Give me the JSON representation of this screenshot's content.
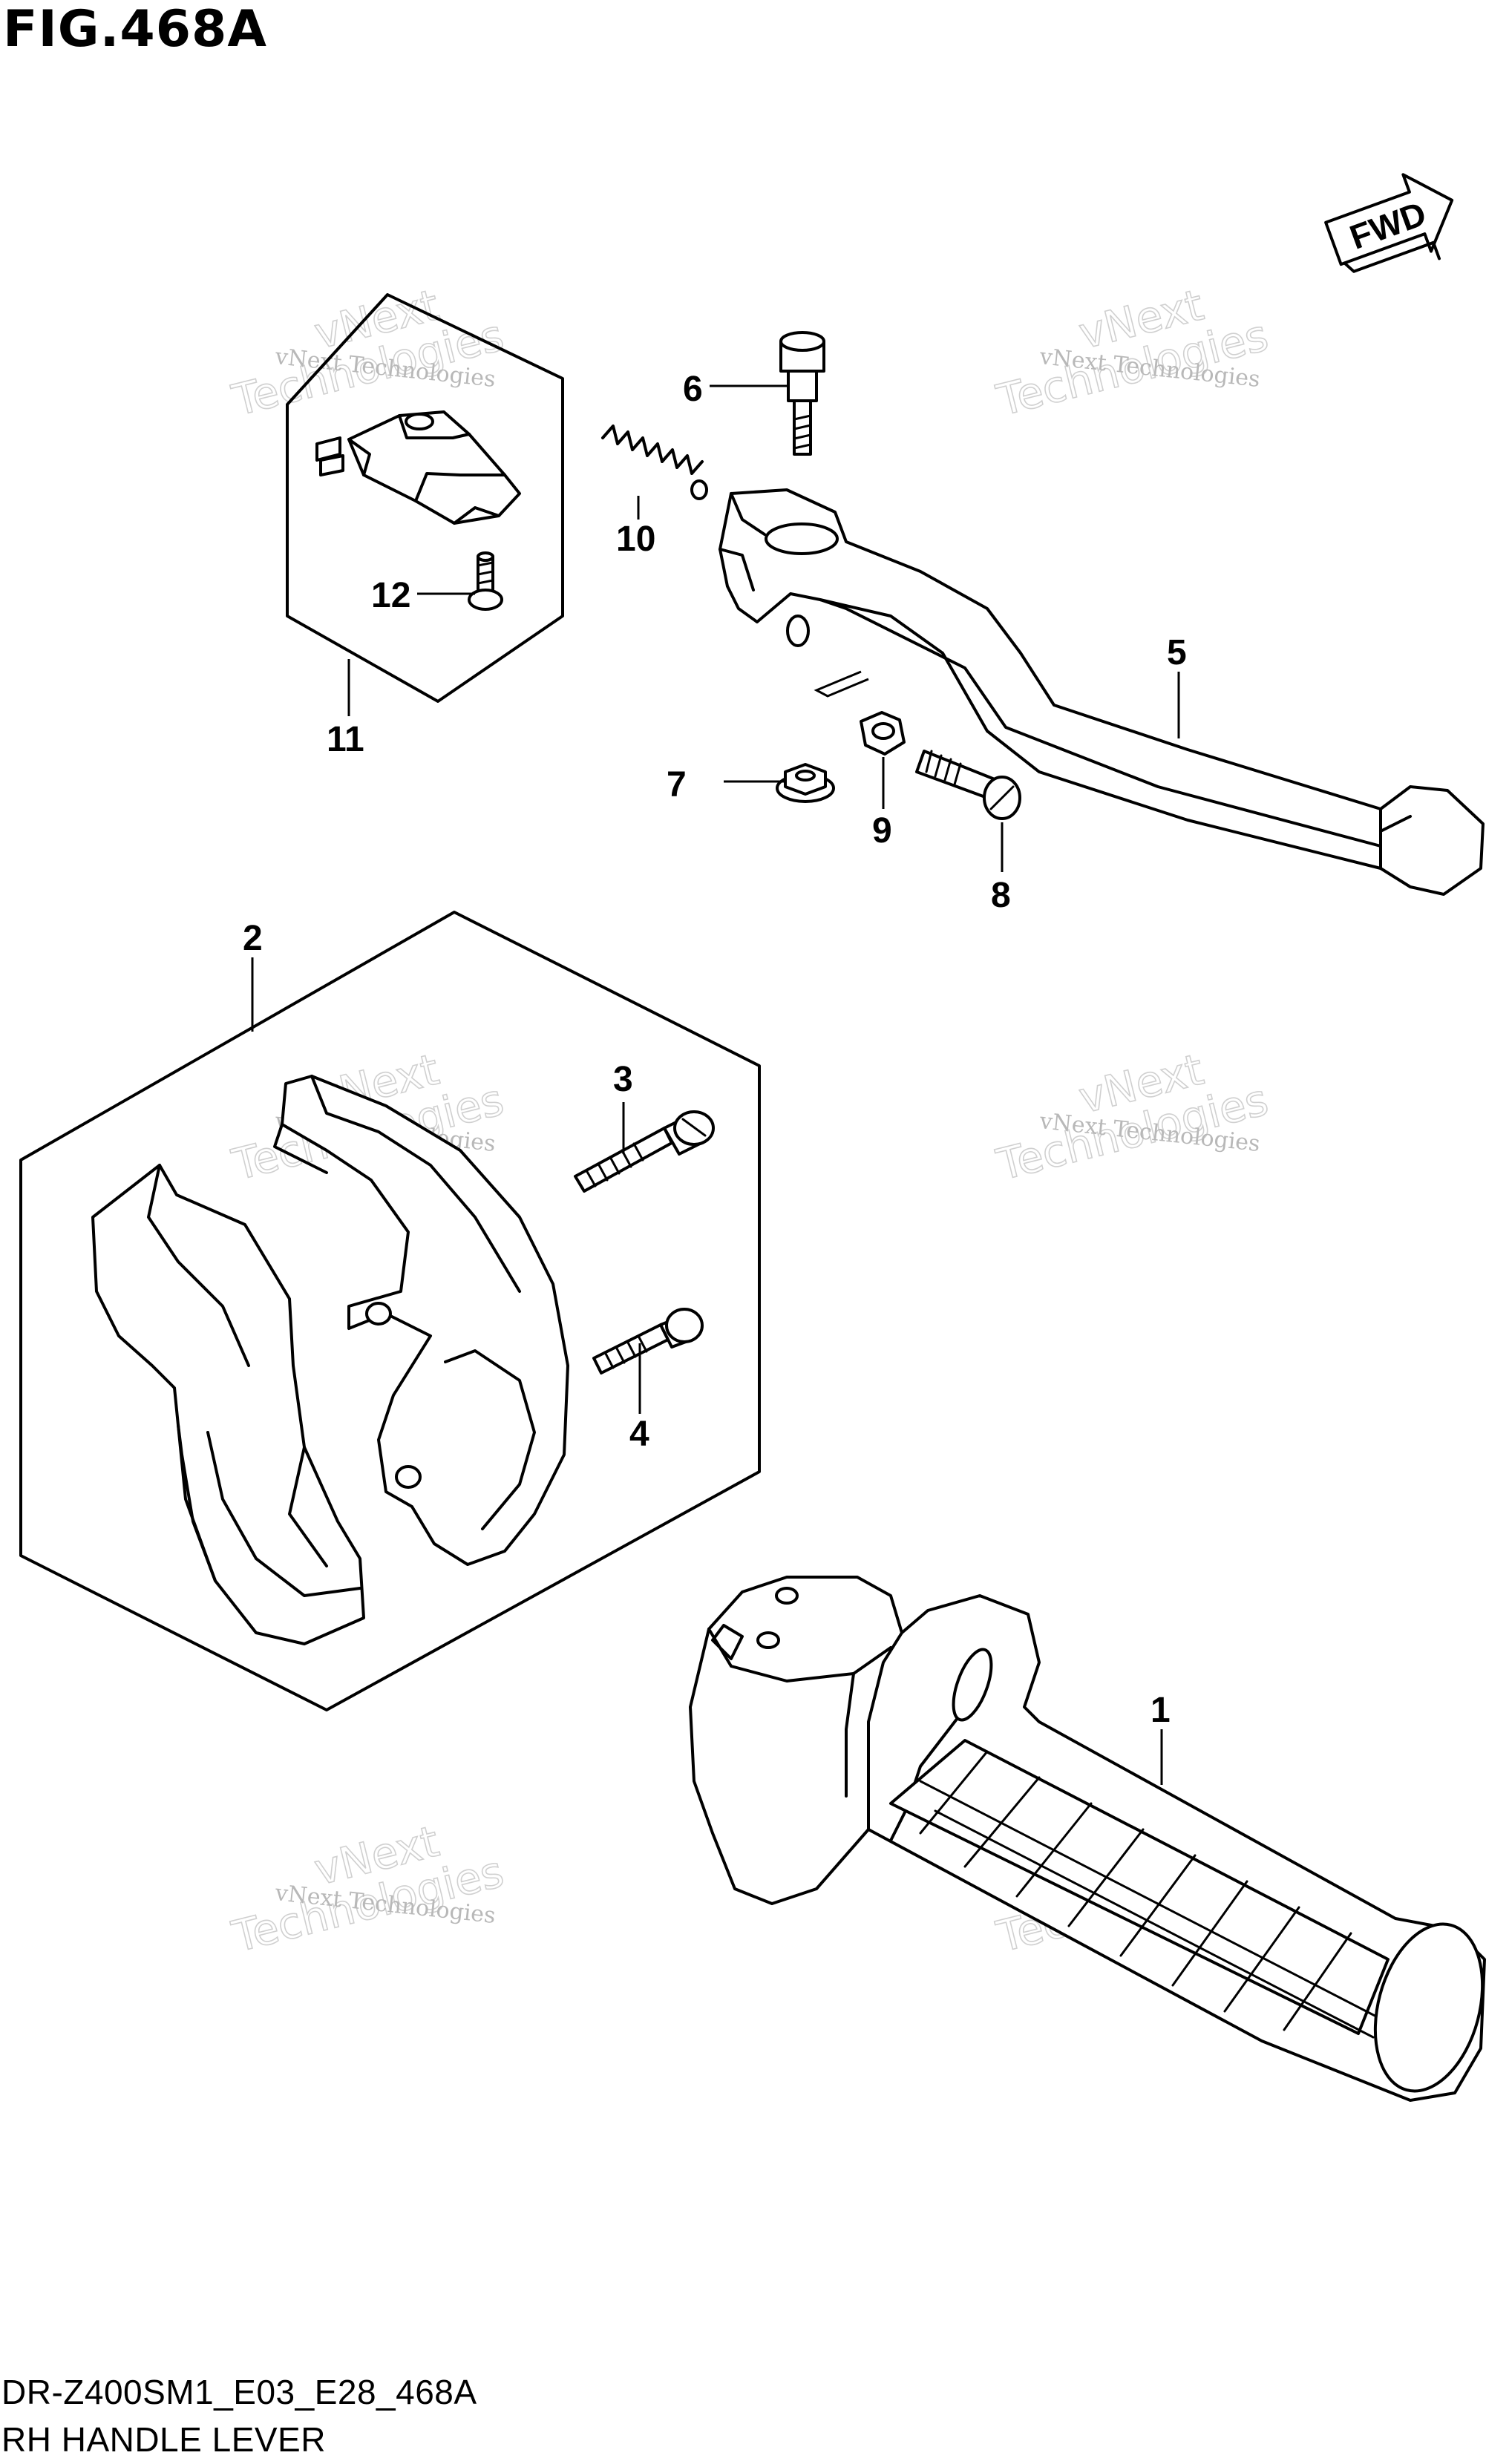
{
  "figure": {
    "title": "FIG.468A",
    "model_code": "DR-Z400SM1_E03_E28_468A",
    "caption": "RH HANDLE LEVER"
  },
  "direction_badge": {
    "label": "FWD"
  },
  "watermark": {
    "line1": "vNext Technologies",
    "line2": "vNext",
    "line3": "Technologies"
  },
  "callouts": {
    "c1": "1",
    "c2": "2",
    "c3": "3",
    "c4": "4",
    "c5": "5",
    "c6": "6",
    "c7": "7",
    "c8": "8",
    "c9": "9",
    "c10": "10",
    "c11": "11",
    "c12": "12"
  }
}
